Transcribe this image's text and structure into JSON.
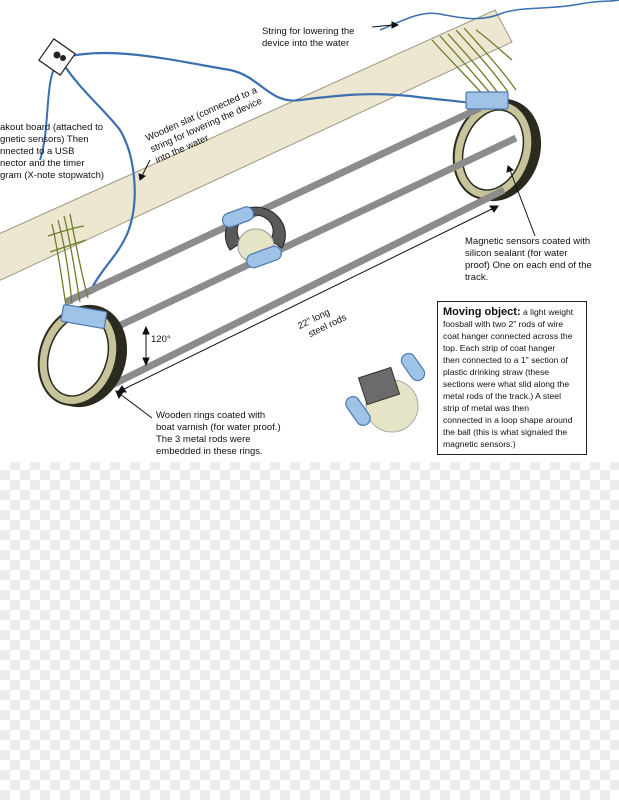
{
  "labels": {
    "string_lowering": [
      "String for lowering the",
      "device into the water"
    ],
    "breakout_board": [
      "akout board (attached to",
      "gnetic sensors) Then",
      "nnected to a USB",
      "nector and the timer",
      "gram (X-note stopwatch)"
    ],
    "wooden_slat": [
      "Wooden slat (connected to a",
      "string for lowering the device",
      "into the water"
    ],
    "magnetic_sensors": [
      "Magnetic sensors coated with",
      "silicon sealant (for water",
      "proof) One on each end of the",
      "track."
    ],
    "rod_spacing_angle": "120°",
    "rod_length": [
      "22\" long",
      "steel rods"
    ],
    "wooden_rings": [
      "Wooden rings coated with",
      "boat varnish (for water proof.)",
      "The 3 metal rods were",
      "embedded in these rings."
    ],
    "moving_object": {
      "title": "Moving object:",
      "lines": [
        "a light weight",
        "foosball with two 2\" rods of wire",
        "coat hanger connected across the",
        "top. Each strip of coat hanger",
        "then connected to a 1\" section of",
        "plastic drinking straw (these",
        "sections were what slid along the",
        "metal rods of the track.) A steel",
        "strip of metal was then",
        "connected in a loop shape around",
        "the ball (this is what signaled the",
        "magnetic sensors.)"
      ]
    }
  },
  "colors": {
    "slat": "#ede7d2",
    "rod": "#8c8c8c",
    "ring_outer": "#c7c39a",
    "ring_dark": "#2a2a1e",
    "sensor": "#9fc3e6",
    "sensor_edge": "#4a78b0",
    "wire": "#3c6fb0",
    "twine": "#6e7d2a",
    "ball": "#e6e4c6",
    "loop": "#5a5a5a"
  }
}
